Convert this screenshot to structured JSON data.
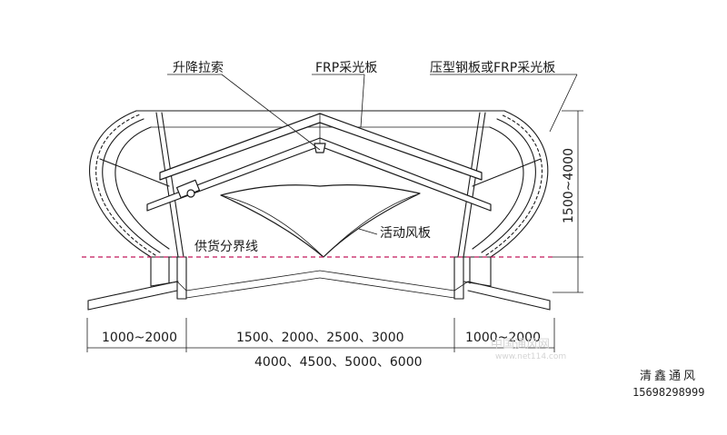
{
  "labels": {
    "lift_cable": "升降拉索",
    "frp_panel": "FRP采光板",
    "steel_or_frp": "压型钢板或FRP采光板",
    "louver": "活动风板",
    "supply_boundary": "供货分界线",
    "height_range": "1500~4000"
  },
  "dimensions": {
    "left_width": "1000~2000",
    "right_width": "1000~2000",
    "center_row1": "1500、2000、2500、3000",
    "center_row2": "4000、4500、5000、6000"
  },
  "watermark": {
    "main": "中国通风网",
    "url": "www.net114.com"
  },
  "brand": {
    "name": "清鑫通风",
    "phone": "15698298999"
  },
  "colors": {
    "line": "#1a1a1a",
    "boundary": "#c2185b",
    "watermark": "#d4d4d4"
  }
}
